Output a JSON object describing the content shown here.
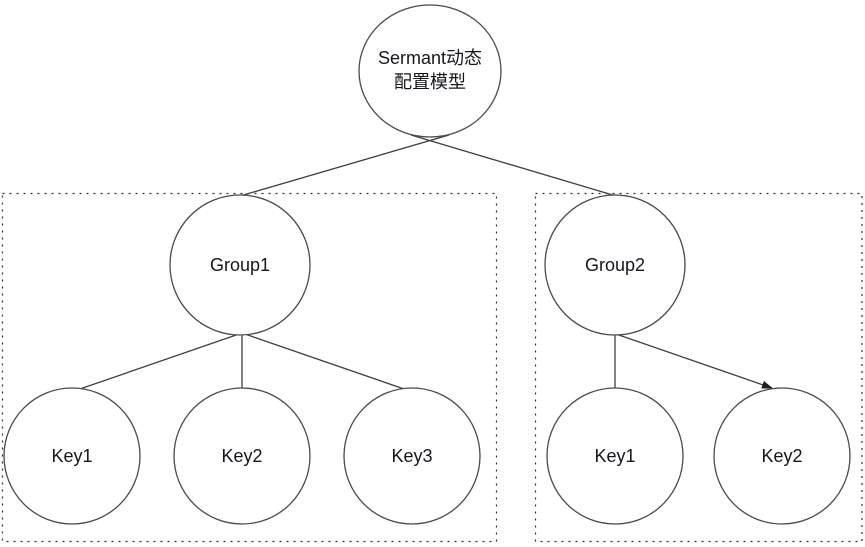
{
  "diagram": {
    "root": {
      "label_line1": "Sermant动态",
      "label_line2": "配置模型"
    },
    "groups": [
      {
        "label": "Group1",
        "keys": [
          "Key1",
          "Key2",
          "Key3"
        ]
      },
      {
        "label": "Group2",
        "keys": [
          "Key1",
          "Key2"
        ]
      }
    ],
    "edges": [
      {
        "from": "Sermant动态配置模型",
        "to": "Group1",
        "arrow": false
      },
      {
        "from": "Sermant动态配置模型",
        "to": "Group2",
        "arrow": false
      },
      {
        "from": "Group1",
        "to": "Key1",
        "arrow": false
      },
      {
        "from": "Group1",
        "to": "Key2",
        "arrow": false
      },
      {
        "from": "Group1",
        "to": "Key3",
        "arrow": false
      },
      {
        "from": "Group2",
        "to": "Key1",
        "arrow": false
      },
      {
        "from": "Group2",
        "to": "Key2",
        "arrow": true
      }
    ]
  },
  "colors": {
    "background": "#ffffff",
    "node_fill": "#ffffff",
    "node_stroke": "#4a4a4a",
    "edge_stroke": "#3f3f3f",
    "boundary_stroke": "#2e2e2e",
    "text": "#16161d"
  }
}
